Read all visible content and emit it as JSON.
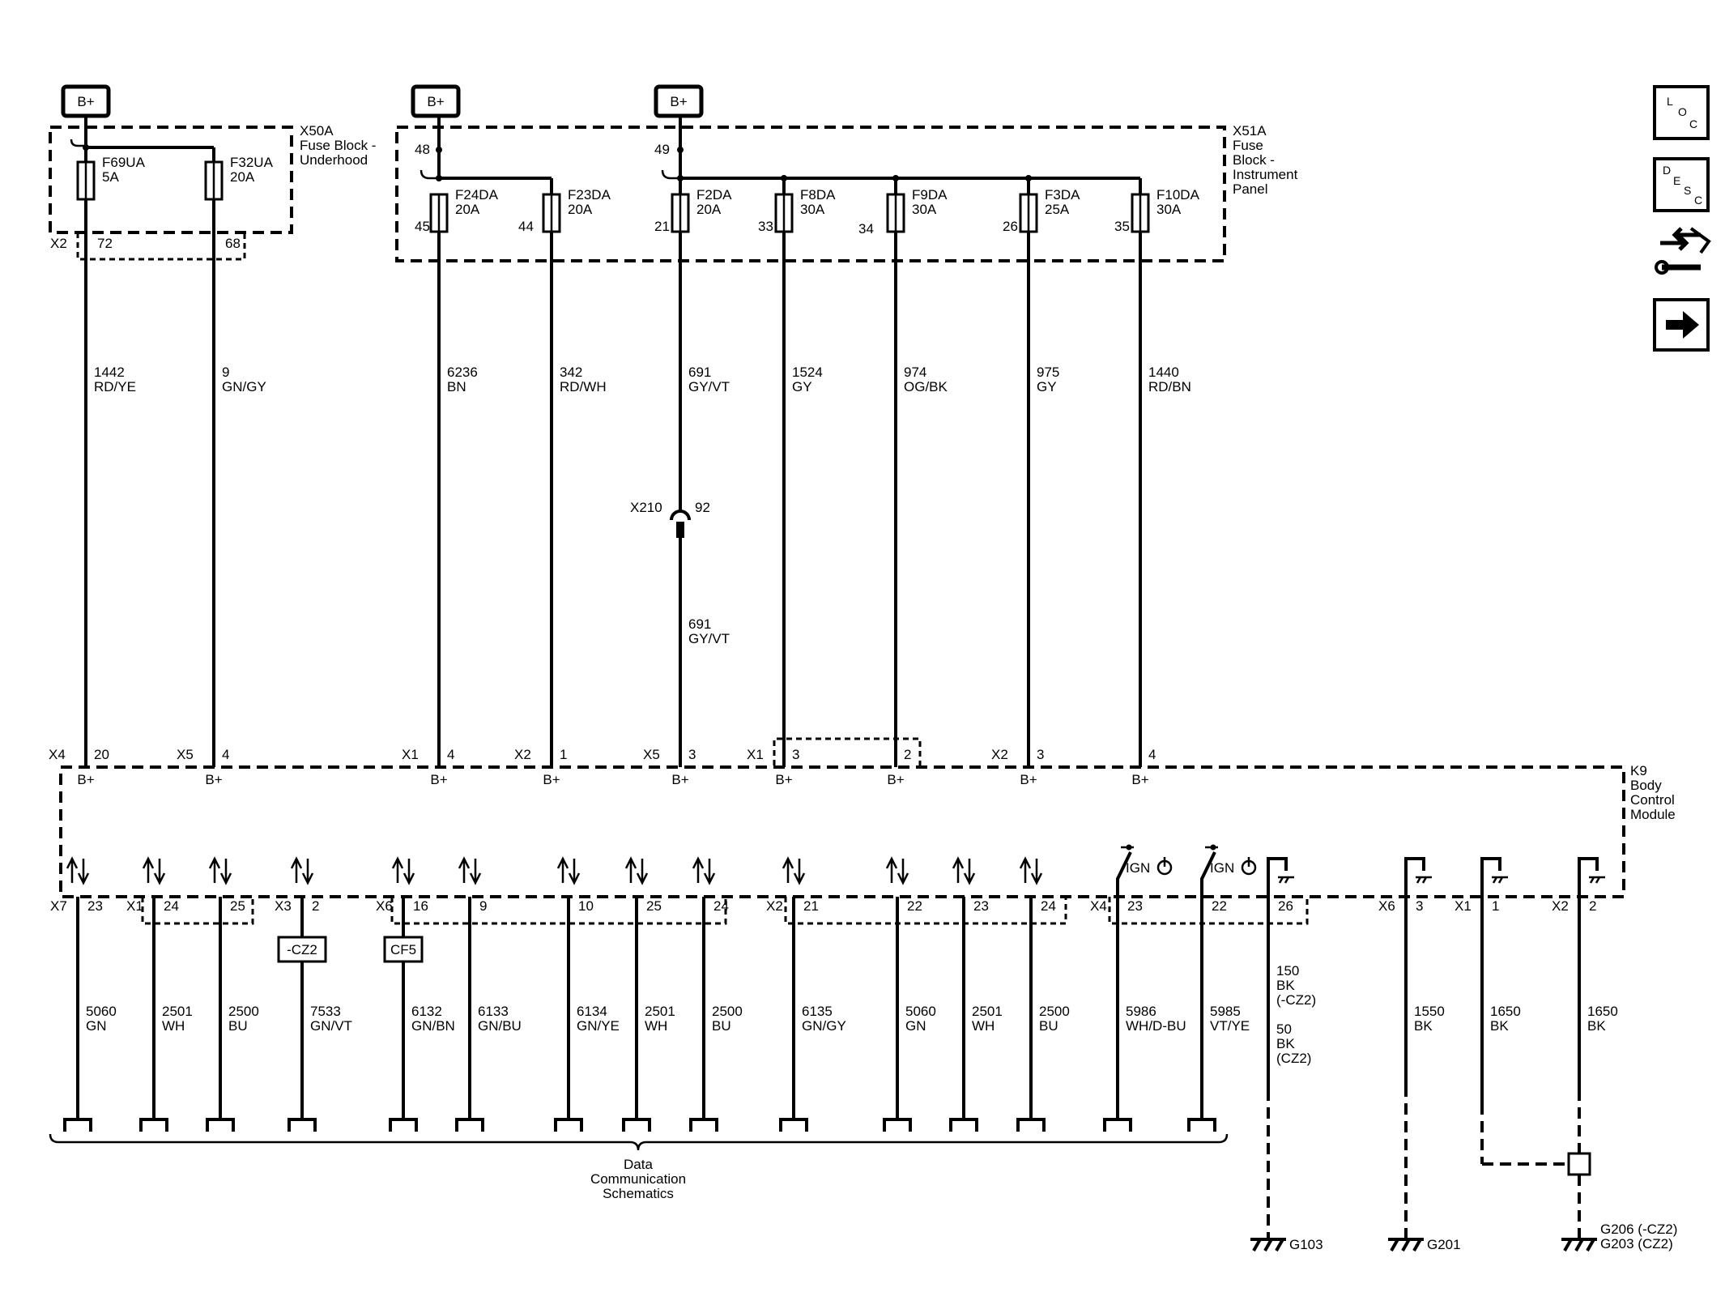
{
  "supplies": [
    {
      "label": "B+"
    },
    {
      "label": "B+"
    },
    {
      "label": "B+"
    }
  ],
  "fuse_blocks": [
    {
      "id": "X50A",
      "name_lines": [
        "X50A",
        "Fuse Block -",
        "Underhood"
      ],
      "connector": "X2"
    },
    {
      "id": "X51A",
      "name_lines": [
        "X51A",
        "Fuse",
        "Block -",
        "Instrument",
        "Panel"
      ]
    }
  ],
  "bus_pins": [
    {
      "pin": "48"
    },
    {
      "pin": "49"
    }
  ],
  "circuits": [
    {
      "fuse": "F69UA",
      "rating": "5A",
      "fuse_pin": "72",
      "circuit": "1442",
      "color": "RD/YE",
      "conn": "X4",
      "pin": "20",
      "label": "B+"
    },
    {
      "fuse": "F32UA",
      "rating": "20A",
      "fuse_pin": "68",
      "circuit": "9",
      "color": "GN/GY",
      "conn": "X5",
      "pin": "4",
      "label": "B+"
    },
    {
      "fuse": "F24DA",
      "rating": "20A",
      "fuse_pin": "45",
      "circuit": "6236",
      "color": "BN",
      "conn": "X1",
      "pin": "4",
      "label": "B+"
    },
    {
      "fuse": "F23DA",
      "rating": "20A",
      "fuse_pin": "44",
      "circuit": "342",
      "color": "RD/WH",
      "conn": "X2",
      "pin": "1",
      "label": "B+"
    },
    {
      "fuse": "F2DA",
      "rating": "20A",
      "fuse_pin": "21",
      "circuit": "691",
      "color": "GY/VT",
      "conn": "X5",
      "pin": "3",
      "label": "B+"
    },
    {
      "fuse": "F8DA",
      "rating": "30A",
      "fuse_pin": "33",
      "circuit": "1524",
      "color": "GY",
      "conn": "X1",
      "pin": "3",
      "label": "B+"
    },
    {
      "fuse": "F9DA",
      "rating": "30A",
      "fuse_pin": "34",
      "circuit": "974",
      "color": "OG/BK",
      "conn": "",
      "pin": "2",
      "label": "B+"
    },
    {
      "fuse": "F3DA",
      "rating": "25A",
      "fuse_pin": "26",
      "circuit": "975",
      "color": "GY",
      "conn": "X2",
      "pin": "3",
      "label": "B+"
    },
    {
      "fuse": "F10DA",
      "rating": "30A",
      "fuse_pin": "35",
      "circuit": "1440",
      "color": "RD/BN",
      "conn": "",
      "pin": "4",
      "label": "B+"
    }
  ],
  "inline_connector": {
    "name": "X210",
    "pin": "92",
    "circuit": "691",
    "color": "GY/VT"
  },
  "module": {
    "name_lines": [
      "K9",
      "Body",
      "Control",
      "Module"
    ]
  },
  "data_lines": [
    {
      "conn": "X7",
      "pin": "23",
      "circuit": "5060",
      "color": "GN"
    },
    {
      "conn": "X1",
      "pin": "24",
      "circuit": "2501",
      "color": "WH"
    },
    {
      "conn": "",
      "pin": "25",
      "circuit": "2500",
      "color": "BU"
    },
    {
      "conn": "X3",
      "pin": "2",
      "circuit": "7533",
      "color": "GN/VT",
      "option": "-CZ2"
    },
    {
      "conn": "X6",
      "pin": "16",
      "circuit": "6132",
      "color": "GN/BN",
      "option": "CF5"
    },
    {
      "conn": "",
      "pin": "9",
      "circuit": "6133",
      "color": "GN/BU"
    },
    {
      "conn": "",
      "pin": "10",
      "circuit": "6134",
      "color": "GN/YE"
    },
    {
      "conn": "",
      "pin": "25",
      "circuit": "2501",
      "color": "WH"
    },
    {
      "conn": "",
      "pin": "24",
      "circuit": "2500",
      "color": "BU"
    },
    {
      "conn": "X2",
      "pin": "21",
      "circuit": "6135",
      "color": "GN/GY"
    },
    {
      "conn": "",
      "pin": "22",
      "circuit": "5060",
      "color": "GN"
    },
    {
      "conn": "",
      "pin": "23",
      "circuit": "2501",
      "color": "WH"
    },
    {
      "conn": "",
      "pin": "24",
      "circuit": "2500",
      "color": "BU"
    }
  ],
  "ignition_lines": [
    {
      "conn": "X4",
      "pin": "23",
      "circuit": "5986",
      "color": "WH/D-BU",
      "label": "IGN"
    },
    {
      "conn": "",
      "pin": "22",
      "circuit": "5985",
      "color": "VT/YE",
      "label": "IGN"
    }
  ],
  "ground_lines": [
    {
      "conn": "",
      "pin": "26",
      "circuit_lines": [
        "150",
        "BK",
        "(-CZ2)",
        "",
        "50",
        "BK",
        "(CZ2)"
      ],
      "ground": "G103"
    },
    {
      "conn": "X6",
      "pin": "3",
      "circuit_lines": [
        "1550",
        "BK"
      ],
      "ground": "G201"
    },
    {
      "conn": "X1",
      "pin": "1",
      "circuit_lines": [
        "1650",
        "BK"
      ]
    },
    {
      "conn": "X2",
      "pin": "2",
      "circuit_lines": [
        "1650",
        "BK"
      ],
      "ground_lines": [
        "G206 (-CZ2)",
        "G203 (CZ2)"
      ]
    }
  ],
  "data_comm_label": [
    "Data",
    "Communication",
    "Schematics"
  ],
  "nav": {
    "loc": [
      "L",
      "O",
      "C"
    ],
    "desc": [
      "D",
      "E",
      "S",
      "C"
    ]
  }
}
